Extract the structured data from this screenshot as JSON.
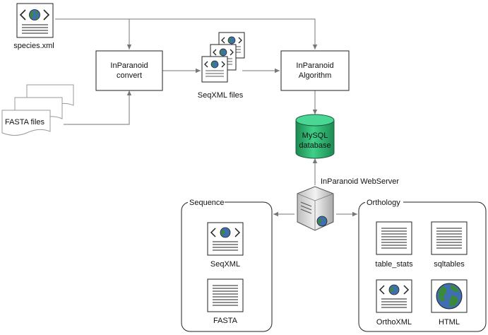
{
  "nodes": {
    "species_xml": "species.xml",
    "inparanoid_convert": [
      "InParanoid",
      "convert"
    ],
    "seqxml_files": "SeqXML files",
    "inparanoid_algorithm": [
      "InParanoid",
      "Algorithm"
    ],
    "fasta_files": "FASTA files",
    "mysql_database": [
      "MySQL",
      "database"
    ],
    "webserver": "InParanoid WebServer"
  },
  "groups": {
    "sequence": {
      "title": "Sequence",
      "items": [
        "SeqXML",
        "FASTA"
      ]
    },
    "orthology": {
      "title": "Orthology",
      "items": [
        "table_stats",
        "sqltables",
        "OrthoXML",
        "HTML"
      ]
    }
  },
  "colors": {
    "database_fill": "#2fb06e",
    "globe_ocean": "#3f6fb0",
    "globe_land": "#3b8a3a",
    "server_body": "#d9d9d9",
    "stroke": "#222222",
    "arrow": "#777777"
  }
}
